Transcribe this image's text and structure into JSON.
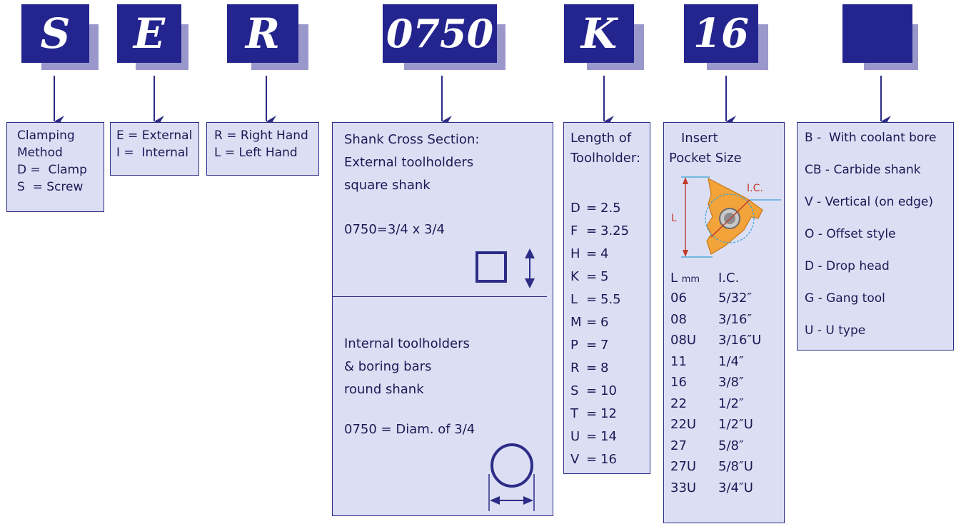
{
  "codes": {
    "c1": "S",
    "c2": "E",
    "c3": "R",
    "c4": "0750",
    "c5": "K",
    "c6": "16",
    "c7": ""
  },
  "clamping": {
    "line1": "Clamping",
    "line2": "Method",
    "line3": "D =  Clamp",
    "line4": "S  = Screw"
  },
  "ext_int": {
    "line1": "E = External",
    "line2": "I =  Internal"
  },
  "hand": {
    "line1": "R = Right Hand",
    "line2": "L = Left Hand"
  },
  "shank": {
    "ext_line1": "Shank Cross Section:",
    "ext_line2": "External toolholders",
    "ext_line3": "square shank",
    "ext_example": "0750=3/4 x 3/4",
    "int_line1": "Internal toolholders",
    "int_line2": "& boring bars",
    "int_line3": "round shank",
    "int_example": "0750 = Diam. of 3/4"
  },
  "length": {
    "title1": "Length of",
    "title2": "Toolholder:",
    "rows": [
      {
        "code": "D",
        "value": "2.5"
      },
      {
        "code": "F",
        "value": "3.25"
      },
      {
        "code": "H",
        "value": "4"
      },
      {
        "code": "K",
        "value": "5"
      },
      {
        "code": "L",
        "value": "5.5"
      },
      {
        "code": "M",
        "value": "6"
      },
      {
        "code": "P",
        "value": "7"
      },
      {
        "code": "R",
        "value": "8"
      },
      {
        "code": "S",
        "value": "10"
      },
      {
        "code": "T",
        "value": "12"
      },
      {
        "code": "U",
        "value": "14"
      },
      {
        "code": "V",
        "value": "16"
      }
    ]
  },
  "insert": {
    "title1": "Insert",
    "title2": "Pocket Size",
    "fig_l": "L",
    "fig_ic": "I.C.",
    "head_l": "L",
    "head_mm": "mm",
    "head_ic": "I.C.",
    "rows": [
      {
        "l": "06",
        "ic": "5/32″"
      },
      {
        "l": "08",
        "ic": "3/16″"
      },
      {
        "l": "08U",
        "ic": "3/16″U"
      },
      {
        "l": "11",
        "ic": "1/4″"
      },
      {
        "l": "16",
        "ic": "3/8″"
      },
      {
        "l": "22",
        "ic": "1/2″"
      },
      {
        "l": "22U",
        "ic": "1/2″U"
      },
      {
        "l": "27",
        "ic": "5/8″"
      },
      {
        "l": "27U",
        "ic": "5/8″U"
      },
      {
        "l": "33U",
        "ic": "3/4″U"
      }
    ]
  },
  "options": {
    "items": [
      "B -  With coolant bore",
      "CB - Carbide shank",
      "V - Vertical (on edge)",
      "O - Offset style",
      "D - Drop head",
      "G - Gang tool",
      "U - U type"
    ]
  },
  "colors": {
    "code_front": "#24248e",
    "code_shadow": "#9a98cb",
    "box_fill": "#dcdff4",
    "insert_orange": "#f2a33a",
    "dimension_red": "#c0392b",
    "dimension_blue": "#3aa0d8"
  }
}
